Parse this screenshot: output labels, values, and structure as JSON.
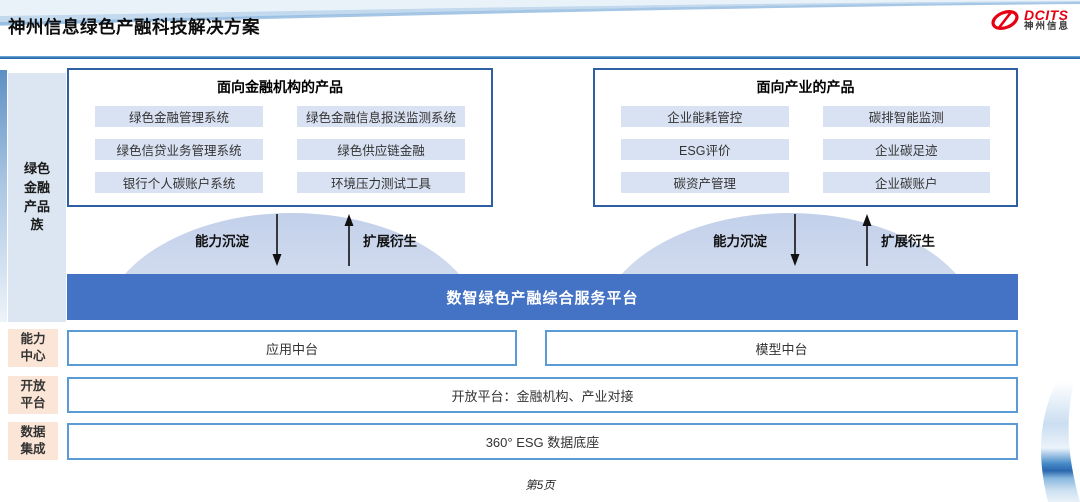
{
  "page": {
    "title": "神州信息绿色产融科技解决方案",
    "page_number": "第5页"
  },
  "logo": {
    "brand": "DCITS",
    "company": "神州信息",
    "swoosh_icon": "red-swoosh",
    "brand_color": "#E60012"
  },
  "sidebar": {
    "product_family_label": "绿色金融产品族",
    "capability_label": "能力中心",
    "open_platform_label": "开放平台",
    "data_integration_label": "数据集成"
  },
  "groups": [
    {
      "title": "面向金融机构的产品",
      "items": [
        "绿色金融管理系统",
        "绿色金融信息报送监测系统",
        "绿色信贷业务管理系统",
        "绿色供应链金融",
        "银行个人碳账户系统",
        "环境压力测试工具"
      ],
      "down_arrow_label": "能力沉淀",
      "up_arrow_label": "扩展衍生"
    },
    {
      "title": "面向产业的产品",
      "items": [
        "企业能耗管控",
        "碳排智能监测",
        "ESG评价",
        "企业碳足迹",
        "碳资产管理",
        "企业碳账户"
      ],
      "down_arrow_label": "能力沉淀",
      "up_arrow_label": "扩展衍生"
    }
  ],
  "platform": {
    "banner": "数智绿色产融综合服务平台",
    "middle_left": "应用中台",
    "middle_right": "模型中台",
    "open_row": "开放平台：金融机构、产业对接",
    "data_row": "360° ESG 数据底座"
  },
  "colors": {
    "banner_blue": "#4472C4",
    "group_border_blue": "#2E5FA3",
    "row_border_blue": "#5B9BD5",
    "chip_bg": "#D9E2F3",
    "family_sidebar_bg": "#DCE6F2",
    "stage_sidebar_bg": "#FBE5D6",
    "header_line_blue": "#2E75B6",
    "dome_blue": "#C2D0EA",
    "logo_red": "#E60012"
  }
}
